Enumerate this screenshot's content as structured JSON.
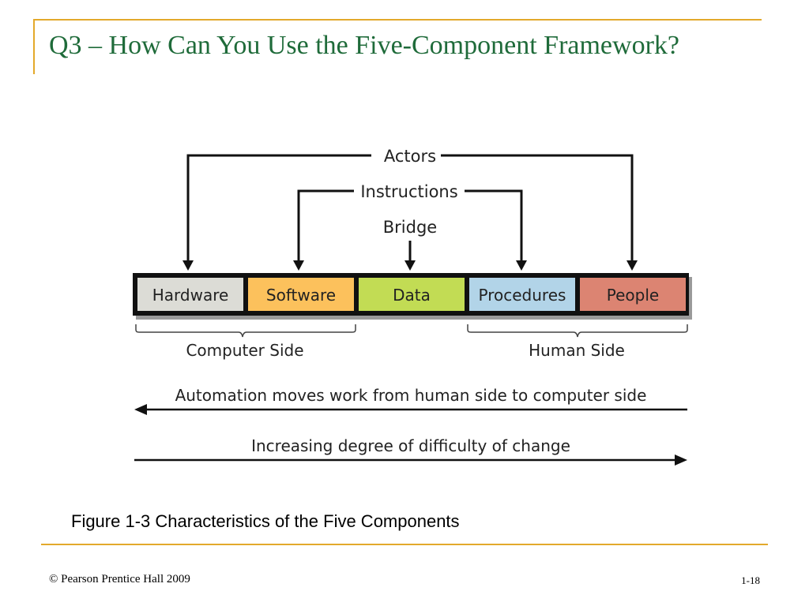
{
  "slide": {
    "title": "Q3 – How Can You Use the Five-Component Framework?",
    "caption": "Figure 1-3 Characteristics of the Five Components",
    "copyright": "© Pearson Prentice Hall 2009",
    "page_number": "1-18"
  },
  "diagram": {
    "connector_labels": {
      "actors": "Actors",
      "instructions": "Instructions",
      "bridge": "Bridge"
    },
    "components": [
      {
        "label": "Hardware",
        "color": "#dcdcd6"
      },
      {
        "label": "Software",
        "color": "#fcc15c"
      },
      {
        "label": "Data",
        "color": "#c2dc54"
      },
      {
        "label": "Procedures",
        "color": "#b2d4e8"
      },
      {
        "label": "People",
        "color": "#dc8472"
      }
    ],
    "computer_side": "Computer Side",
    "human_side": "Human Side",
    "automation": "Automation moves work from human side to computer side",
    "difficulty": "Increasing degree of difficulty of change"
  },
  "colors": {
    "title": "#1f6b3a",
    "accent_rule": "#e3a92b"
  }
}
